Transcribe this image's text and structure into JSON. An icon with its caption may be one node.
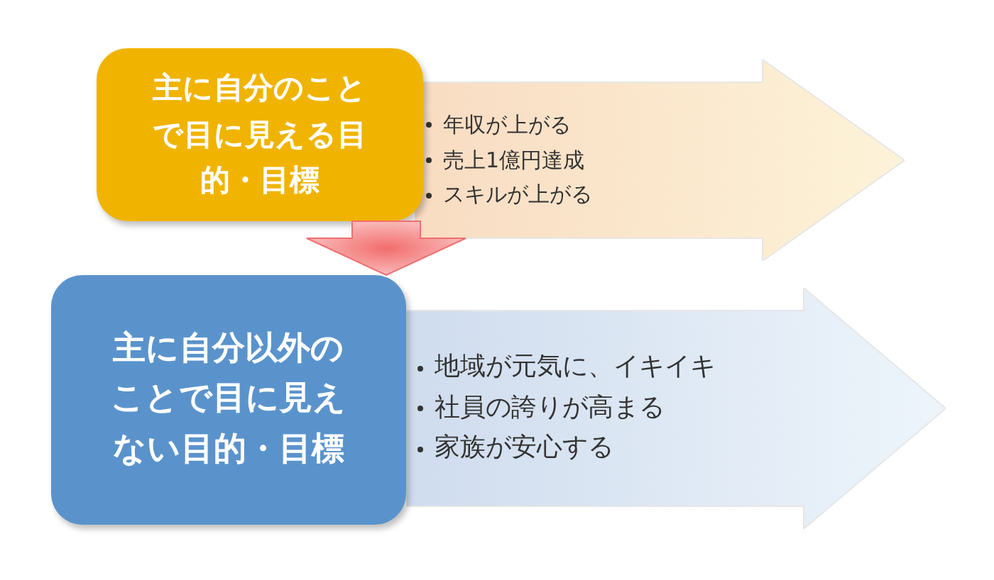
{
  "diagram": {
    "nodes": [
      {
        "text": [
          "主に自分のことで目に見える目的・目標"
        ]
      },
      {
        "text": [
          "年収が上がる",
          "売上1億円達成",
          "スキルが上がる"
        ]
      },
      {
        "text": [
          "主に自分以外のことで目に見えない目的・目標"
        ]
      },
      {
        "text": [
          "地域が元気に、イキイキ",
          "社員の誇りが高まる",
          "家族が安心する"
        ]
      }
    ],
    "edges": [
      {
        "from": 0,
        "to": 2,
        "arrow": "to",
        "style": "thick",
        "color": "#f26d6d"
      }
    ]
  }
}
